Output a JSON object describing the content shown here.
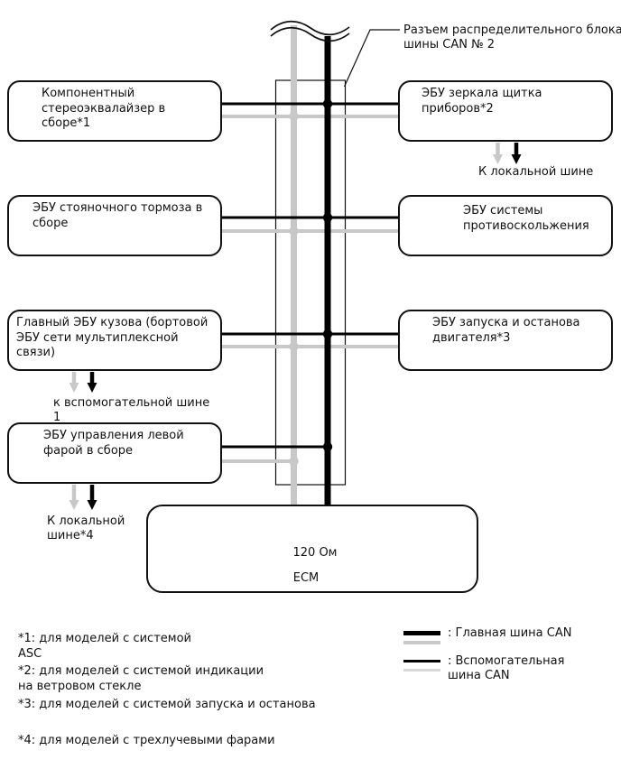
{
  "callout": {
    "label": "Разъем распределительного блока шины CAN № 2"
  },
  "nodes": {
    "left": [
      {
        "label": "Компонентный стереоэквалайзер в сборе*1"
      },
      {
        "label": "ЭБУ стояночного тормоза в сборе"
      },
      {
        "label": "Главный ЭБУ кузова (бортовой ЭБУ сети мультиплексной связи)"
      },
      {
        "label": "ЭБУ управления левой фарой в сборе"
      }
    ],
    "right": [
      {
        "label": "ЭБУ зеркала щитка приборов*2"
      },
      {
        "label": "ЭБУ системы противоскольжения"
      },
      {
        "label": "ЭБУ запуска и останова двигателя*3"
      }
    ],
    "ecm": {
      "label": "ECM",
      "resistor_value": "120 Ом"
    }
  },
  "branches": {
    "to_local_bus": "К локальной шине",
    "to_aux_bus_1": "к вспомогательной шине 1",
    "to_local_bus_4": "К локальной шине*4"
  },
  "footnotes": [
    "*1: для моделей с системой ASC",
    "*2: для моделей с системой индикации на ветровом стекле",
    "*3: для моделей с системой запуска и останова",
    "*4: для моделей с трехлучевыми фарами"
  ],
  "legend": {
    "items": [
      {
        "label": ": Главная шина CAN"
      },
      {
        "label": ": Вспомогательная шина CAN"
      }
    ]
  },
  "colors": {
    "main_line": "#000000",
    "bus_gray": "#c8c8c8",
    "aux_gray": "#d8d8d8"
  }
}
